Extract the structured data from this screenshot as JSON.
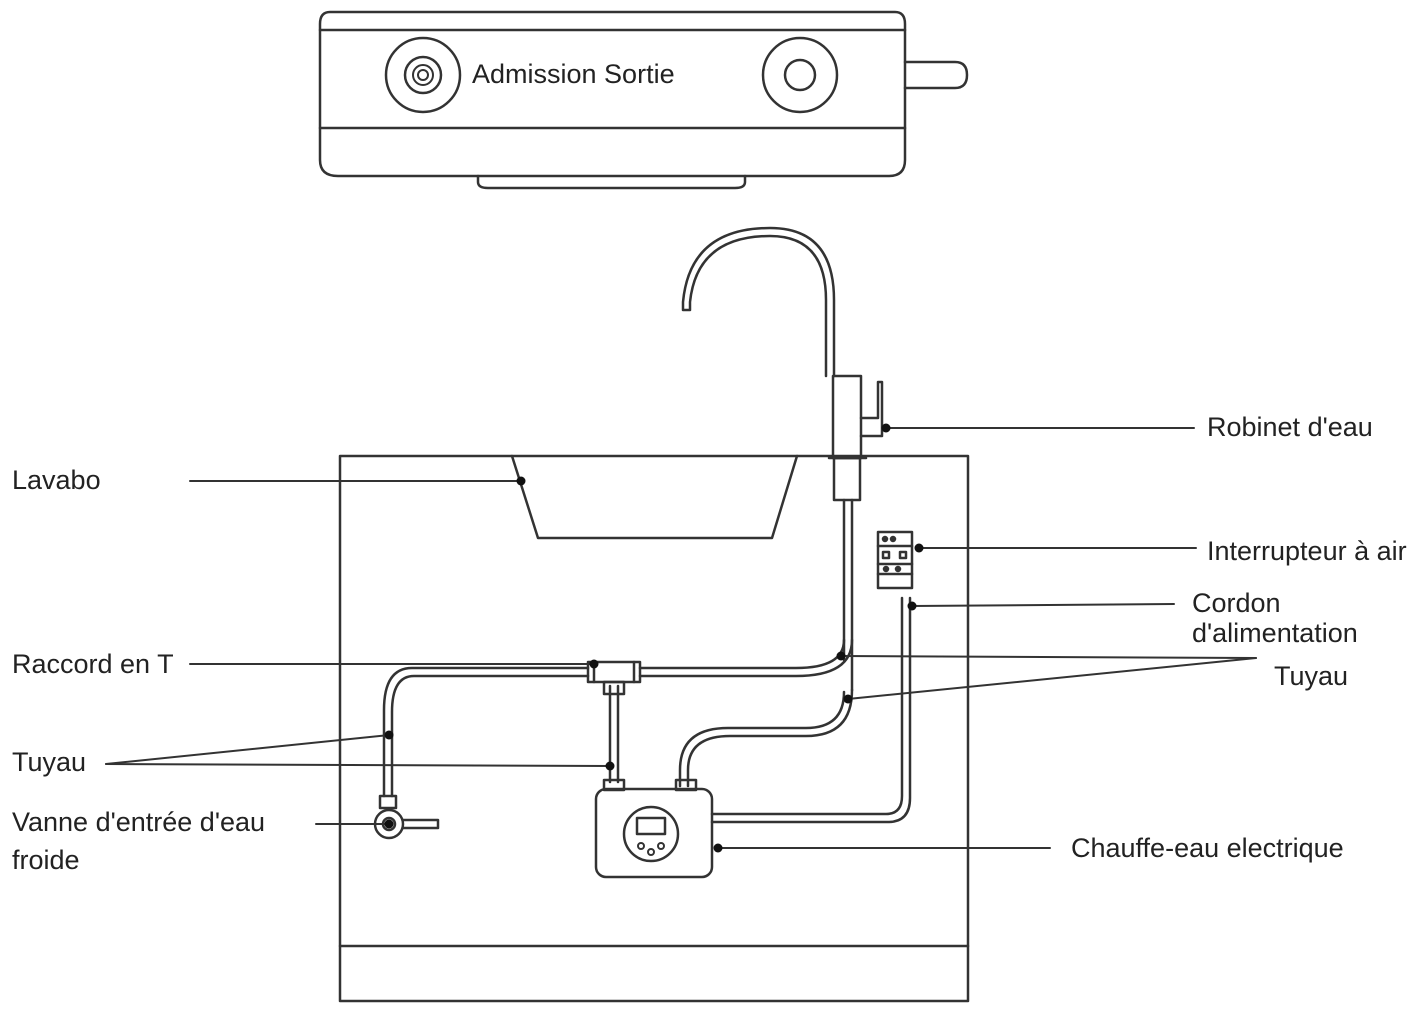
{
  "unit": {
    "inlet_outlet_label": "Admission Sortie"
  },
  "labels": {
    "robinet": "Robinet d'eau",
    "lavabo": "Lavabo",
    "interrupteur": "Interrupteur à air",
    "cordon_line1": "Cordon",
    "cordon_line2": "d'alimentation",
    "raccord": "Raccord en T",
    "tuyau_right": "Tuyau",
    "tuyau_left": "Tuyau",
    "vanne_line1": "Vanne d'entrée d'eau",
    "vanne_line2": "froide",
    "chauffe_eau": "Chauffe-eau electrique"
  },
  "colors": {
    "line": "#333333",
    "text": "#222222",
    "background": "#ffffff"
  }
}
